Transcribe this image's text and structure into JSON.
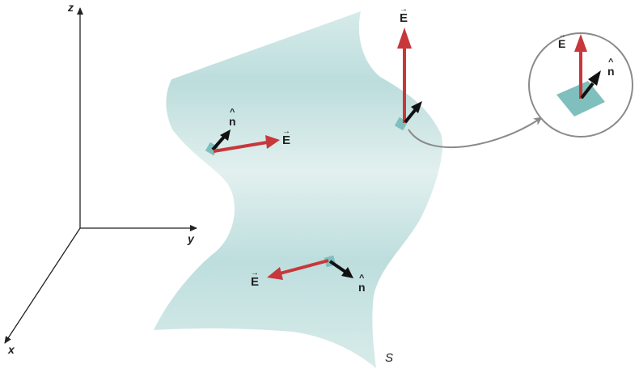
{
  "axes": {
    "z": "z",
    "y": "y",
    "x": "x"
  },
  "surface_label": "S",
  "vectors": {
    "E": "E",
    "n": "n"
  },
  "colors": {
    "surface": "#cfe6e5",
    "surface_mid": "#b9dcdb",
    "patch": "#7fbfbd",
    "e_arrow": "#c8373a",
    "n_arrow": "#111111",
    "callout": "#8a8a8a"
  }
}
